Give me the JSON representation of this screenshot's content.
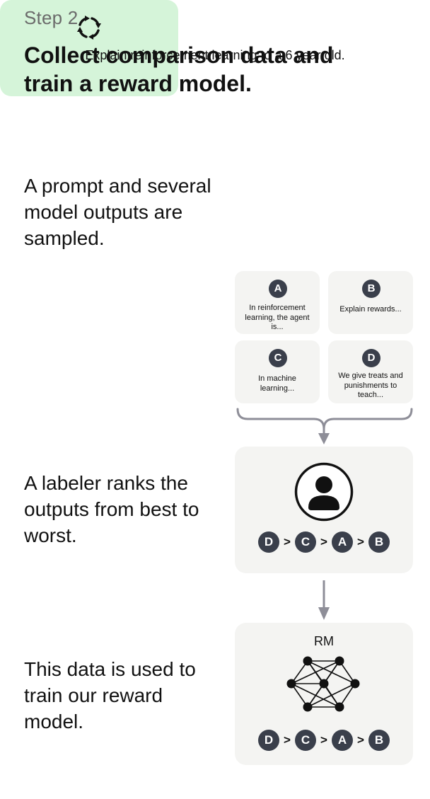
{
  "header": {
    "step": "Step 2",
    "title": "Collect comparison data and train a reward model."
  },
  "sections": {
    "sample_desc": "A prompt and several model outputs are sampled.",
    "rank_desc": "A labeler ranks the outputs from best to worst.",
    "train_desc": "This data is used to train our reward model."
  },
  "prompt": {
    "text": "Explain reinforcement learning to a 6 year old.",
    "icon": "cycle-arrows-icon"
  },
  "outputs": [
    {
      "label": "A",
      "text": "In reinforcement learning, the agent is..."
    },
    {
      "label": "B",
      "text": "Explain rewards..."
    },
    {
      "label": "C",
      "text": "In machine learning..."
    },
    {
      "label": "D",
      "text": "We give treats and punishments to teach..."
    }
  ],
  "ranking": {
    "order": [
      "D",
      "C",
      "A",
      "B"
    ],
    "separator": ">"
  },
  "labeler": {
    "icon": "person-icon"
  },
  "reward_model": {
    "label": "RM",
    "icon": "neural-network-icon"
  },
  "colors": {
    "prompt_bg": "#d5f4d9",
    "card_bg": "#f4f4f2",
    "badge_bg": "#3a3f4b",
    "arrow": "#8e8e98"
  }
}
